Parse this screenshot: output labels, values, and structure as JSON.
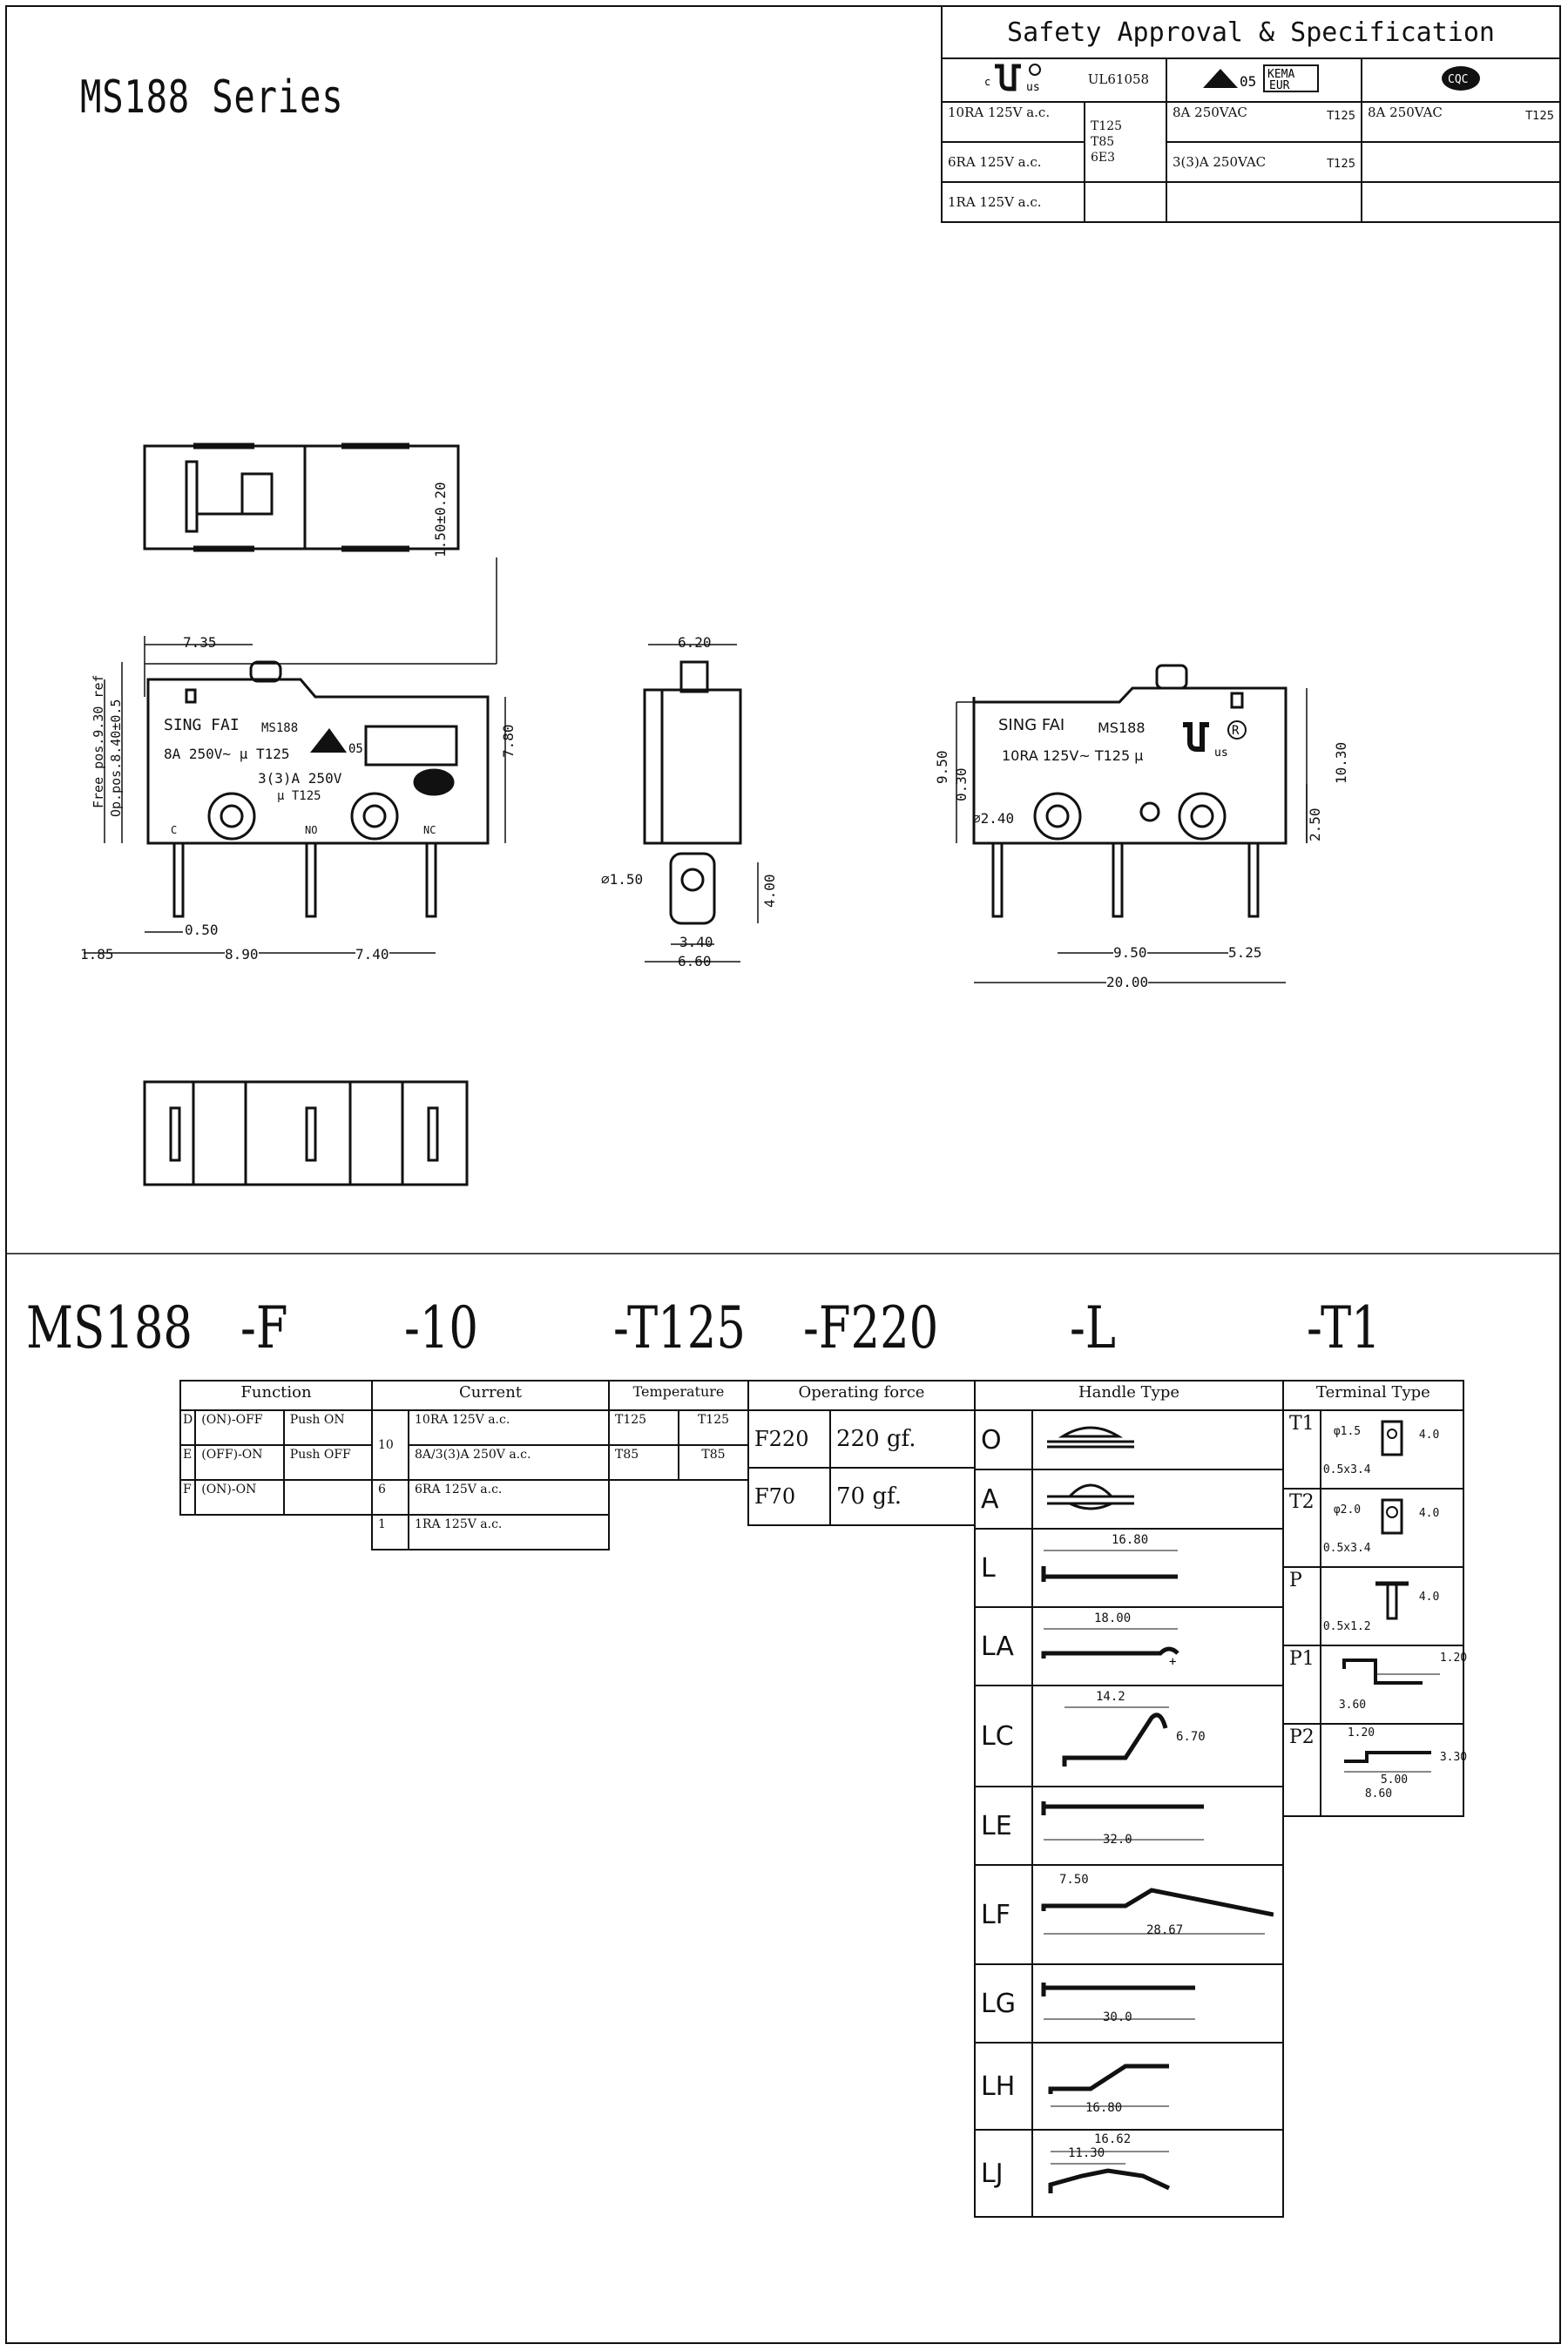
{
  "header": {
    "series_title": "MS188 Series"
  },
  "safety": {
    "title": "Safety Approval & Specification",
    "ul": {
      "mark": "c UL us",
      "file": "UL61058"
    },
    "enec": {
      "mark": "05 KEMA EUR"
    },
    "cqc": {
      "mark": "CQC"
    },
    "ul_ratings": [
      "10RA 125V a.c.",
      "6RA 125V a.c.",
      "1RA 125V a.c."
    ],
    "ul_temps": [
      "T125",
      "T85",
      "6E3"
    ],
    "enec_ratings": [
      {
        "rating": "8A 250VAC",
        "temp": "T125"
      },
      {
        "rating": "3(3)A 250VAC",
        "temp": "T125"
      }
    ],
    "cqc_ratings": [
      {
        "rating": "8A 250VAC",
        "temp": "T125"
      }
    ]
  },
  "drawing": {
    "front_view": {
      "brand": "SING FAI",
      "model": "MS188",
      "rating1": "8A 250V~ μ T125",
      "rating2": "3(3)A 250V",
      "rating3": "μ T125",
      "pins": [
        "C",
        "NO",
        "NC"
      ],
      "dims": {
        "top_left": "7.35",
        "plunger": "1.50±0.20",
        "height": "7.80",
        "free_pos": "Free pos.9.30 ref",
        "op_pos": "Op.pos.8.40±0.5",
        "pin_w": "0.50",
        "left_off": "1.85",
        "p1": "8.90",
        "p2": "7.40"
      }
    },
    "side_view": {
      "dims": {
        "top": "6.20",
        "hole": "∅1.50",
        "pin_len": "4.00",
        "pin_w": "3.40",
        "width": "6.60"
      }
    },
    "back_view": {
      "brand": "SING FAI",
      "model": "MS188",
      "rating": "10RA 125V~  T125 μ",
      "dims": {
        "h1": "9.50",
        "h2": "0.30",
        "hole": "∅2.40",
        "height": "10.30",
        "pin": "2.50",
        "p1": "9.50",
        "p2": "5.25",
        "width": "20.00"
      }
    }
  },
  "ordering": {
    "code_parts": [
      "MS188",
      "-F",
      "-10",
      "-T125",
      "-F220",
      "-L",
      "-T1"
    ],
    "function": {
      "header": "Function",
      "rows": [
        [
          "D",
          "(ON)-OFF",
          "Push ON"
        ],
        [
          "E",
          "(OFF)-ON",
          "Push OFF"
        ],
        [
          "F",
          "(ON)-ON",
          ""
        ]
      ]
    },
    "current": {
      "header": "Current",
      "rows": [
        [
          "10",
          "10RA 125V a.c."
        ],
        [
          "",
          "8A/3(3)A 250V a.c."
        ],
        [
          "6",
          "6RA 125V a.c."
        ],
        [
          "1",
          "1RA 125V a.c."
        ]
      ]
    },
    "temperature": {
      "header": "Temperature",
      "rows": [
        [
          "T125",
          "T125"
        ],
        [
          "T85",
          "T85"
        ]
      ]
    },
    "force": {
      "header": "Operating force",
      "rows": [
        [
          "F220",
          "220 gf."
        ],
        [
          "F70",
          "70 gf."
        ]
      ]
    },
    "handle": {
      "header": "Handle Type",
      "rows": [
        {
          "code": "O",
          "dims": []
        },
        {
          "code": "A",
          "dims": []
        },
        {
          "code": "L",
          "dims": [
            "16.80"
          ]
        },
        {
          "code": "LA",
          "dims": [
            "18.00"
          ]
        },
        {
          "code": "LC",
          "dims": [
            "14.2",
            "6.70"
          ]
        },
        {
          "code": "LE",
          "dims": [
            "32.0"
          ]
        },
        {
          "code": "LF",
          "dims": [
            "7.50",
            "28.67"
          ]
        },
        {
          "code": "LG",
          "dims": [
            "30.0"
          ]
        },
        {
          "code": "LH",
          "dims": [
            "16.80"
          ]
        },
        {
          "code": "LJ",
          "dims": [
            "16.62",
            "11.30"
          ]
        }
      ]
    },
    "terminal": {
      "header": "Terminal Type",
      "rows": [
        {
          "code": "T1",
          "dims": [
            "φ1.5",
            "4.0",
            "0.5x3.4"
          ]
        },
        {
          "code": "T2",
          "dims": [
            "φ2.0",
            "4.0",
            "0.5x3.4"
          ]
        },
        {
          "code": "P",
          "dims": [
            "4.0",
            "0.5x1.2"
          ]
        },
        {
          "code": "P1",
          "dims": [
            "1.20",
            "3.60"
          ]
        },
        {
          "code": "P2",
          "dims": [
            "1.20",
            "3.30",
            "5.00",
            "8.60"
          ]
        }
      ]
    }
  }
}
